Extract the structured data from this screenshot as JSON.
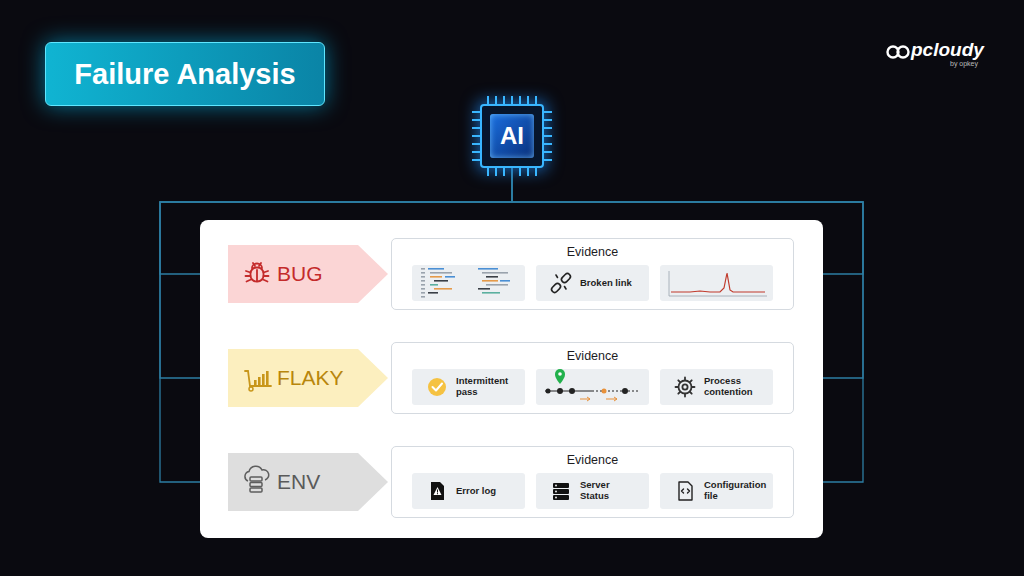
{
  "diagram": {
    "title": "Failure Analysis",
    "nodes": [
      {
        "text": [
          "AI"
        ]
      },
      {
        "text": [
          "BUG"
        ]
      },
      {
        "text": [
          "Evidence"
        ]
      },
      {
        "text": [
          "Broken link"
        ],
        "in": 2
      },
      {
        "text": [
          "FLAKY"
        ]
      },
      {
        "text": [
          "Evidence"
        ]
      },
      {
        "text": [
          "Intermittent pass"
        ],
        "in": 5
      },
      {
        "text": [
          "Process contention"
        ],
        "in": 5
      },
      {
        "text": [
          "ENV"
        ]
      },
      {
        "text": [
          "Evidence"
        ]
      },
      {
        "text": [
          "Error log"
        ],
        "in": 9
      },
      {
        "text": [
          "Server Status"
        ],
        "in": 9
      },
      {
        "text": [
          "Configuration file"
        ],
        "in": 9
      }
    ],
    "edges": [
      {
        "from": 0,
        "to": 1,
        "arrow": "none"
      },
      {
        "from": 0,
        "to": 2,
        "arrow": "none"
      },
      {
        "from": 0,
        "to": 4,
        "arrow": "none"
      },
      {
        "from": 0,
        "to": 5,
        "arrow": "none"
      },
      {
        "from": 0,
        "to": 8,
        "arrow": "none"
      },
      {
        "from": 0,
        "to": 9,
        "arrow": "none"
      }
    ],
    "labels": [
      "pcloudy",
      "by opkey"
    ]
  }
}
